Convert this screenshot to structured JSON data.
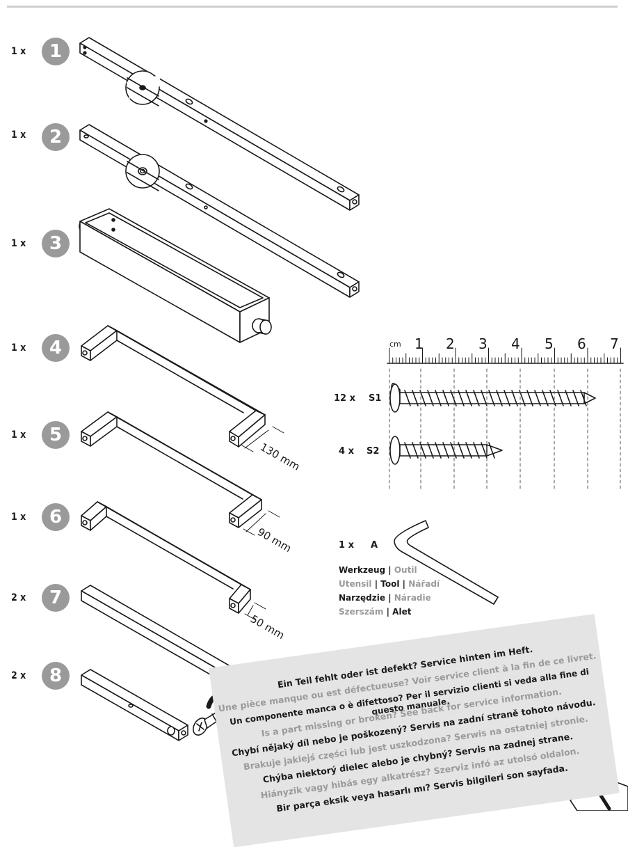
{
  "parts": [
    {
      "quantity": "1 x",
      "number": "1"
    },
    {
      "quantity": "1 x",
      "number": "2"
    },
    {
      "quantity": "1 x",
      "number": "3"
    },
    {
      "quantity": "1 x",
      "number": "4",
      "dimension": "130 mm"
    },
    {
      "quantity": "1 x",
      "number": "5",
      "dimension": "90 mm"
    },
    {
      "quantity": "1 x",
      "number": "6",
      "dimension": "50 mm"
    },
    {
      "quantity": "2 x",
      "number": "7"
    },
    {
      "quantity": "2 x",
      "number": "8"
    }
  ],
  "ruler": {
    "unit": "cm",
    "numbers": [
      "1",
      "2",
      "3",
      "4",
      "5",
      "6",
      "7"
    ]
  },
  "hardware": [
    {
      "quantity": "12 x",
      "code": "S1"
    },
    {
      "quantity": "4 x",
      "code": "S2"
    },
    {
      "quantity": "1 x",
      "code": "A"
    }
  ],
  "tool_names": [
    [
      {
        "text": "Werkzeug",
        "style": "dark"
      },
      {
        "text": " | ",
        "style": "dark"
      },
      {
        "text": "Outil",
        "style": "gray"
      }
    ],
    [
      {
        "text": "Utensil",
        "style": "gray"
      },
      {
        "text": " | ",
        "style": "dark"
      },
      {
        "text": "Tool",
        "style": "dark"
      },
      {
        "text": " | ",
        "style": "dark"
      },
      {
        "text": "Nářadí",
        "style": "gray"
      }
    ],
    [
      {
        "text": "Narzędzie",
        "style": "dark"
      },
      {
        "text": " | ",
        "style": "dark"
      },
      {
        "text": "Náradie",
        "style": "gray"
      }
    ],
    [
      {
        "text": "Szerszám",
        "style": "gray"
      },
      {
        "text": " | ",
        "style": "dark"
      },
      {
        "text": "Alet",
        "style": "dark"
      }
    ]
  ],
  "service_lines": [
    {
      "text": "Ein Teil fehlt oder ist defekt? Service hinten im Heft.",
      "style": "dark"
    },
    {
      "text": "Une pièce manque ou est défectueuse? Voir service client à la fin de ce livret.",
      "style": "gray"
    },
    {
      "text": "Un componente manca o è difettoso? Per il servizio clienti si veda alla fine di questo manuale.",
      "style": "dark"
    },
    {
      "text": "Is a part missing or broken? See back for service information.",
      "style": "gray"
    },
    {
      "text": "Chybí nějaký díl nebo je poškozený? Servis na zadní straně tohoto návodu.",
      "style": "dark"
    },
    {
      "text": "Brakuje jakiejś części lub jest uszkodzona? Serwis na ostatniej stronie.",
      "style": "gray"
    },
    {
      "text": "Chýba niektorý dielec alebo je chybný? Servis na zadnej strane.",
      "style": "dark"
    },
    {
      "text": "Hiányzik vagy hibás egy alkatrész? Szerviz infó az utolsó oldalon.",
      "style": "gray"
    },
    {
      "text": "Bir parça eksik veya hasarlı mı? Servis bilgileri son sayfada.",
      "style": "dark"
    }
  ]
}
